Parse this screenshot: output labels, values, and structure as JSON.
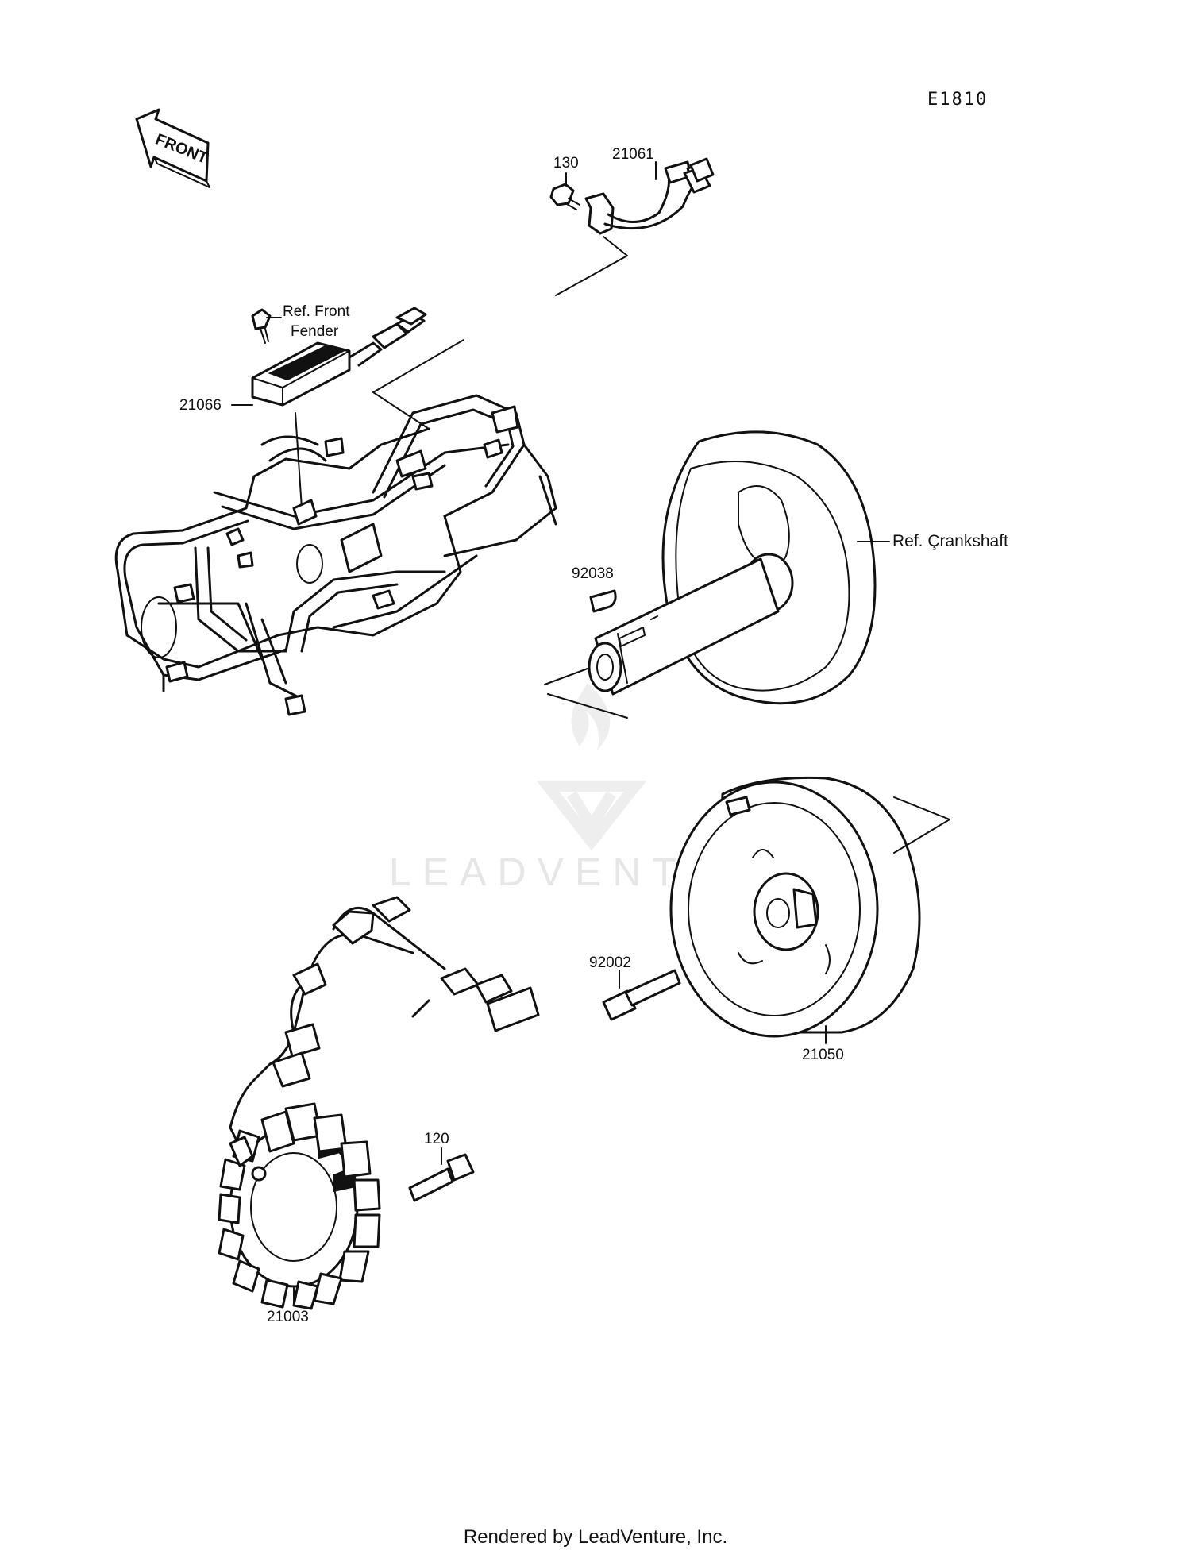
{
  "diagram": {
    "code": "E1810",
    "front_label": "FRONT",
    "watermark": "LEADVENTURE",
    "parts": {
      "p130": "130",
      "p21061": "21061",
      "p21066": "21066",
      "ref_front_fender_1": "Ref. Front",
      "ref_front_fender_2": "Fender",
      "ref_crankshaft": "Ref. Çrankshaft",
      "p92038": "92038",
      "p92002": "92002",
      "p21050": "21050",
      "p120": "120",
      "p21003": "21003"
    }
  },
  "footer": "Rendered by LeadVenture, Inc."
}
